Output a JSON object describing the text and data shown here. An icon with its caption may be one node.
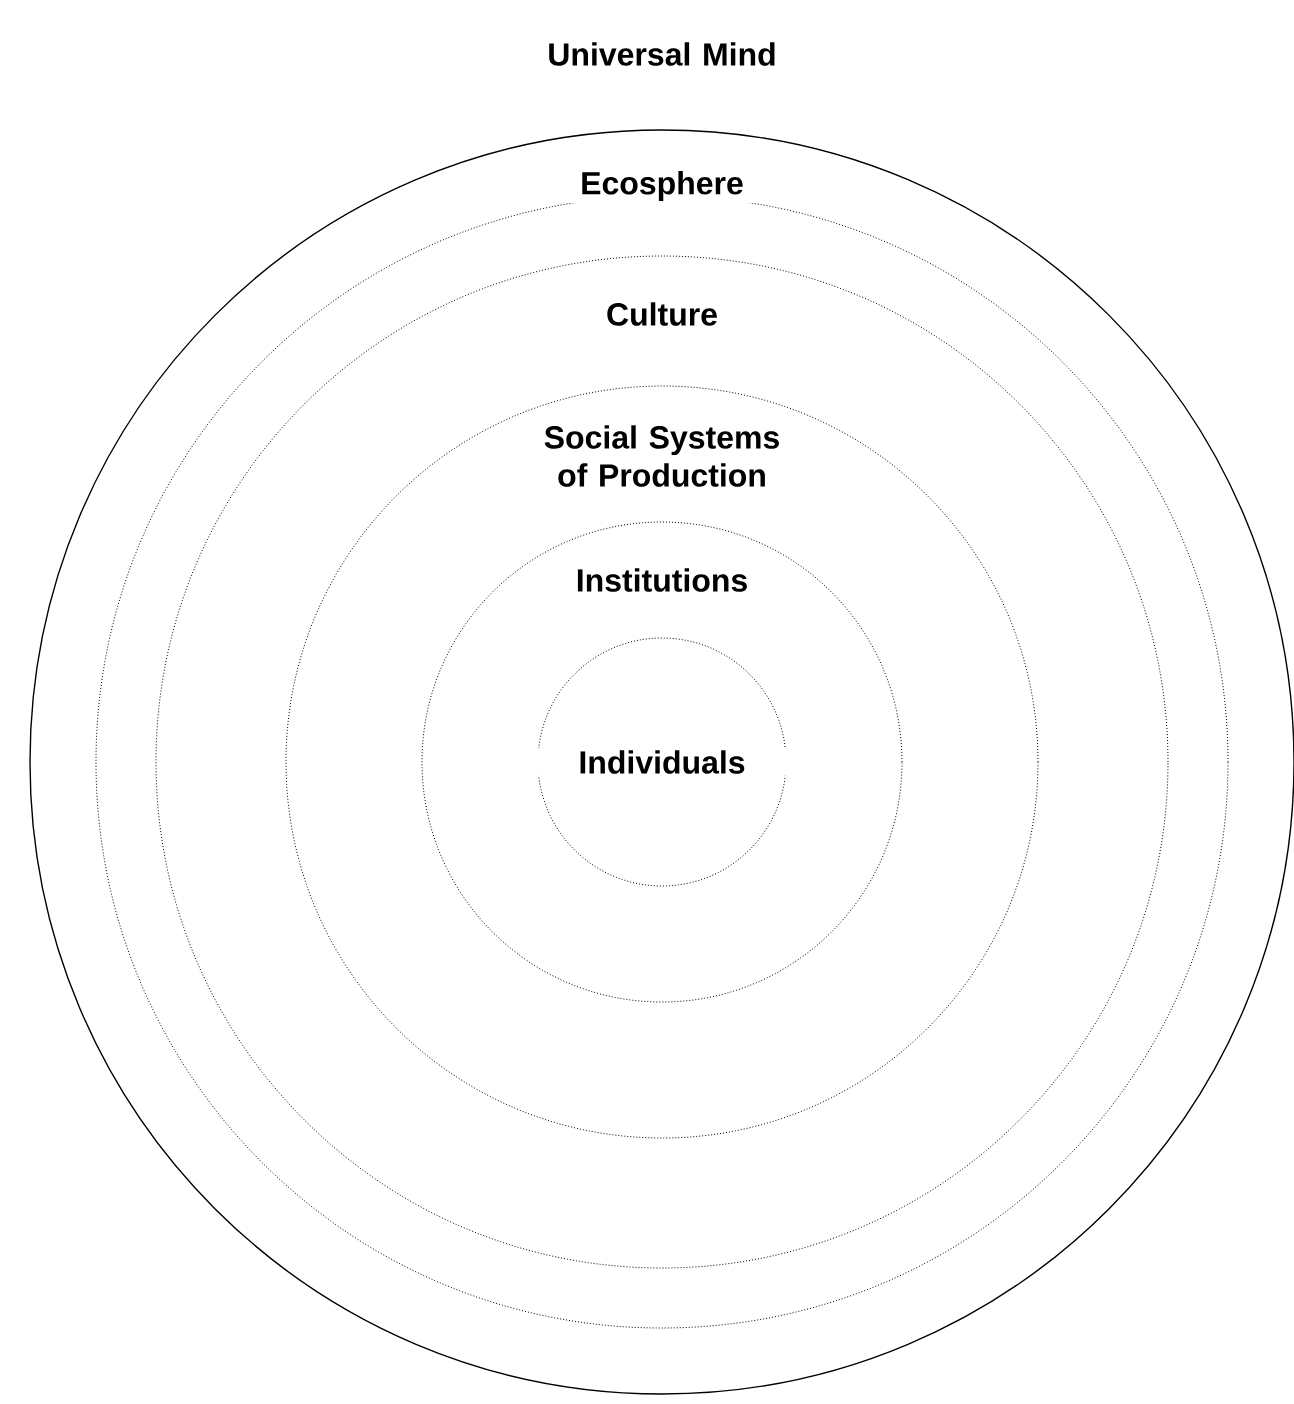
{
  "diagram": {
    "nodes": [
      {
        "text": [
          "Universal Mind"
        ]
      },
      {
        "text": [
          "Ecosphere"
        ],
        "in": 0
      },
      {
        "text": [
          "Culture"
        ],
        "in": 1
      },
      {
        "text": [
          "Social Systems of Production"
        ],
        "in": 2
      },
      {
        "text": [
          "Institutions"
        ],
        "in": 3
      },
      {
        "text": [
          "Individuals"
        ],
        "in": 4
      }
    ]
  }
}
